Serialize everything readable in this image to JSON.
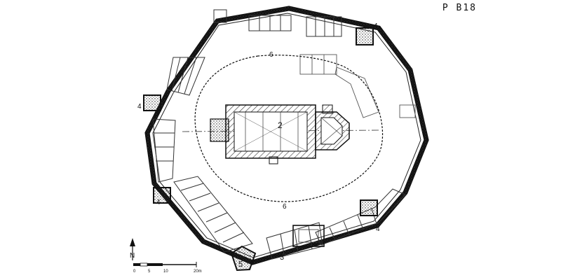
{
  "sheet_ref": "P B18",
  "labels": {
    "church": "2",
    "gate": "3",
    "tower": "4",
    "corner_tower": "5",
    "inner_line": "6"
  },
  "scale": {
    "ticks": [
      "0",
      "5",
      "10",
      "20m"
    ],
    "north": "N"
  }
}
